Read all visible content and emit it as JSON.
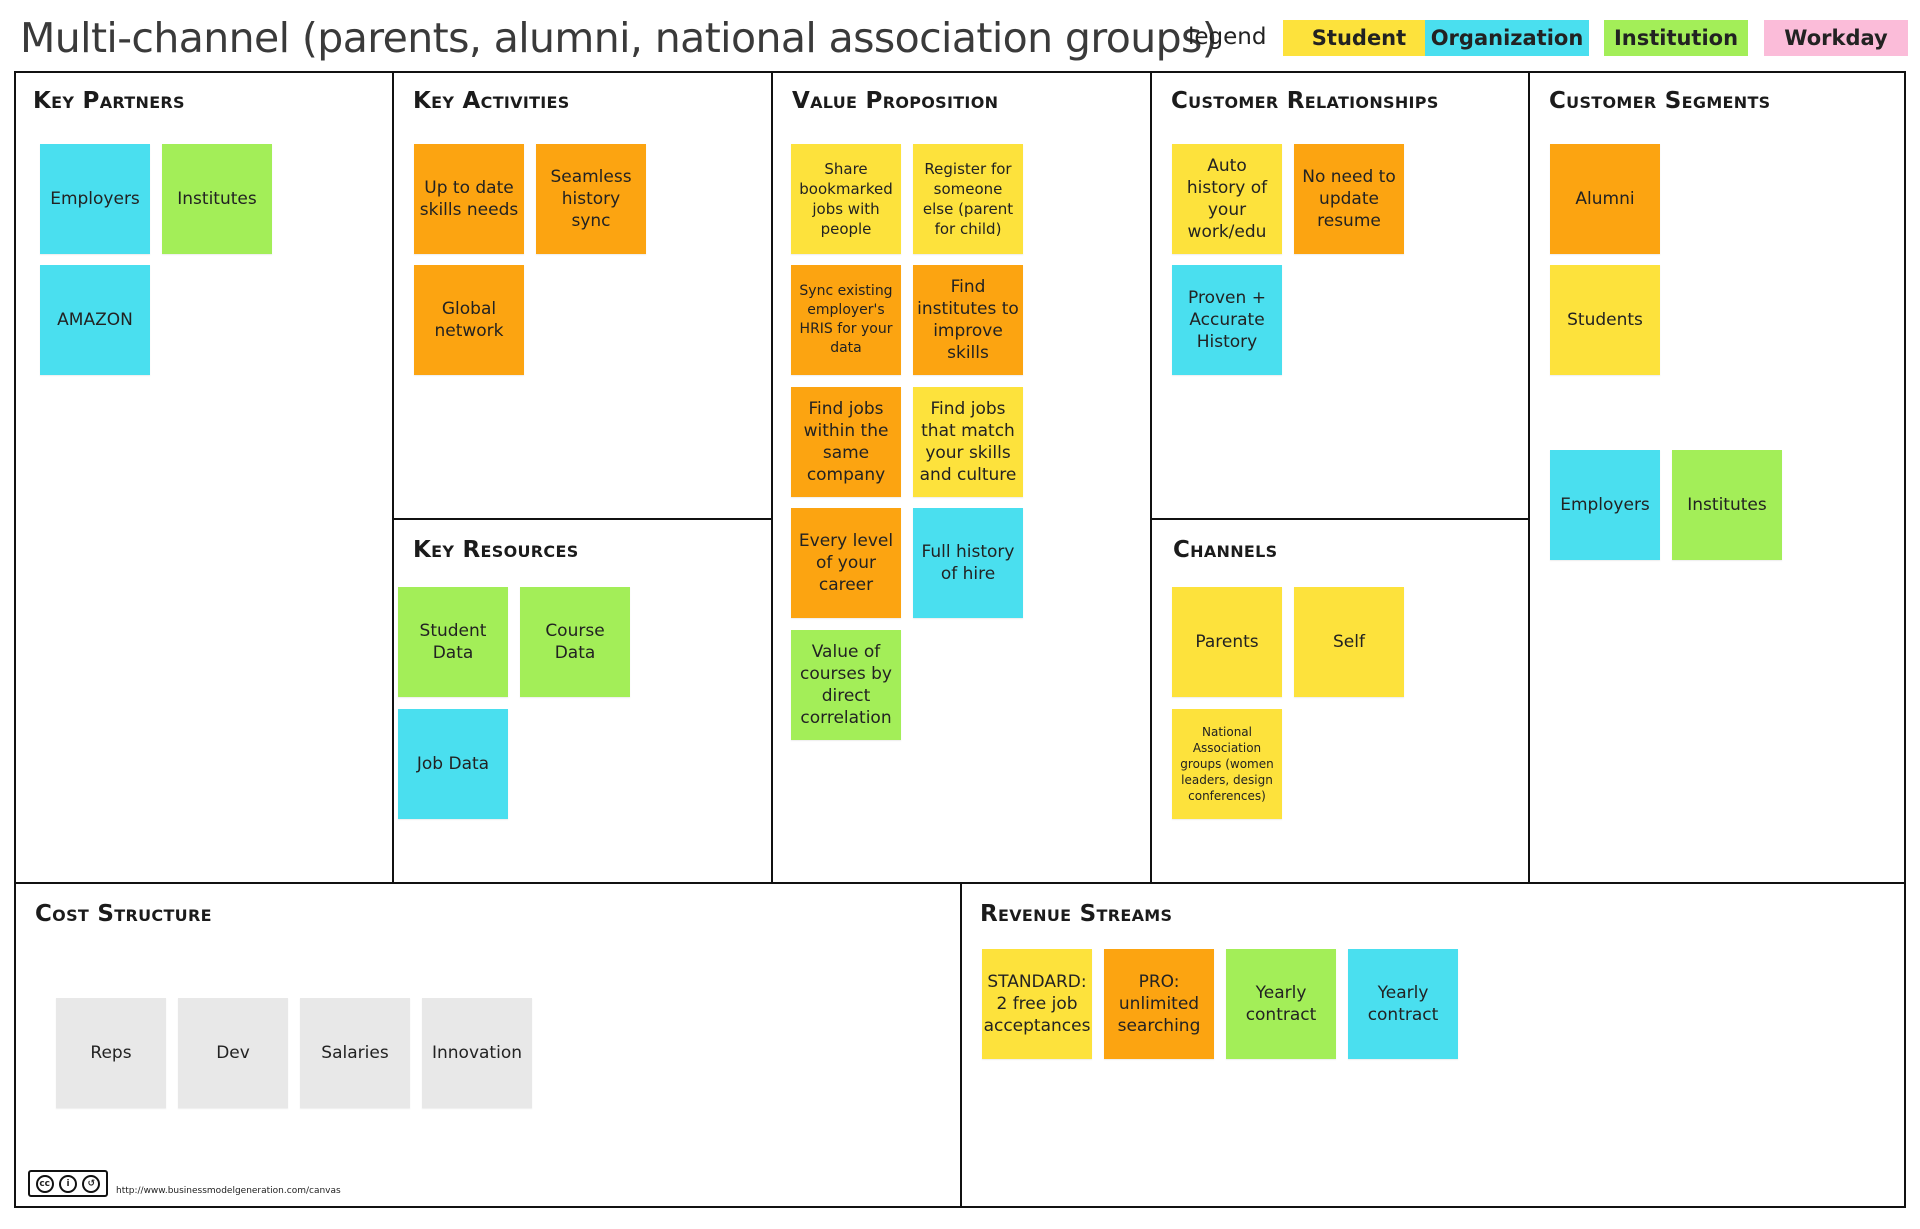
{
  "title": "Multi-channel (parents, alumni, national association groups)",
  "legend": {
    "label": "legend",
    "items": [
      {
        "label": "Student",
        "color": "#fde23c"
      },
      {
        "label": "Organization",
        "color": "#4adfef"
      },
      {
        "label": "Institution",
        "color": "#a3ee58"
      },
      {
        "label": "Workday",
        "color": "#fbbcd9"
      }
    ]
  },
  "colors": {
    "student": "#fde23c",
    "organization": "#4adfef",
    "institution": "#a3ee58",
    "workday": "#fbbcd9",
    "orange": "#fca411",
    "gray": "#e8e8e8"
  },
  "sections": {
    "key_partners": {
      "title": "Key Partners",
      "notes": [
        {
          "text": "Employers",
          "color": "organization"
        },
        {
          "text": "Institutes",
          "color": "institution"
        },
        {
          "text": "AMAZON",
          "color": "organization"
        }
      ]
    },
    "key_activities": {
      "title": "Key Activities",
      "notes": [
        {
          "text": "Up to date skills needs",
          "color": "orange"
        },
        {
          "text": "Seamless history sync",
          "color": "orange"
        },
        {
          "text": "Global network",
          "color": "orange"
        }
      ]
    },
    "key_resources": {
      "title": "Key Resources",
      "notes": [
        {
          "text": "Student Data",
          "color": "institution"
        },
        {
          "text": "Course Data",
          "color": "institution"
        },
        {
          "text": "Job Data",
          "color": "organization"
        }
      ]
    },
    "value_proposition": {
      "title": "Value Proposition",
      "notes": [
        {
          "text": "Share bookmarked jobs with people",
          "color": "student"
        },
        {
          "text": "Register for someone else (parent for child)",
          "color": "student"
        },
        {
          "text": "Sync existing employer's HRIS for your data",
          "color": "orange"
        },
        {
          "text": "Find institutes to improve skills",
          "color": "orange"
        },
        {
          "text": "Find jobs within the same company",
          "color": "orange"
        },
        {
          "text": "Find jobs that match your skills and culture",
          "color": "student"
        },
        {
          "text": "Every level of your career",
          "color": "orange"
        },
        {
          "text": "Full history of hire",
          "color": "organization"
        },
        {
          "text": "Value of courses by direct correlation",
          "color": "institution"
        }
      ]
    },
    "customer_relationships": {
      "title": "Customer Relationships",
      "notes": [
        {
          "text": "Auto history of your work/edu",
          "color": "student"
        },
        {
          "text": "No need to update resume",
          "color": "orange"
        },
        {
          "text": "Proven + Accurate History",
          "color": "organization"
        }
      ]
    },
    "channels": {
      "title": "Channels",
      "notes": [
        {
          "text": "Parents",
          "color": "student"
        },
        {
          "text": "Self",
          "color": "student"
        },
        {
          "text": "National Association groups (women leaders, design conferences)",
          "color": "student"
        }
      ]
    },
    "customer_segments": {
      "title": "Customer Segments",
      "notes": [
        {
          "text": "Alumni",
          "color": "orange"
        },
        {
          "text": "Students",
          "color": "student"
        },
        {
          "text": "Employers",
          "color": "organization"
        },
        {
          "text": "Institutes",
          "color": "institution"
        }
      ]
    },
    "cost_structure": {
      "title": "Cost Structure",
      "notes": [
        {
          "text": "Reps",
          "color": "gray"
        },
        {
          "text": "Dev",
          "color": "gray"
        },
        {
          "text": "Salaries",
          "color": "gray"
        },
        {
          "text": "Innovation",
          "color": "gray"
        }
      ]
    },
    "revenue_streams": {
      "title": "Revenue Streams",
      "notes": [
        {
          "text": "STANDARD: 2 free job acceptances",
          "color": "student"
        },
        {
          "text": "PRO: unlimited searching",
          "color": "orange"
        },
        {
          "text": "Yearly contract",
          "color": "institution"
        },
        {
          "text": "Yearly contract",
          "color": "organization"
        }
      ]
    }
  },
  "footer": {
    "license_icons": [
      "cc",
      "by",
      "sa"
    ],
    "url": "http://www.businessmodelgeneration.com/canvas"
  }
}
